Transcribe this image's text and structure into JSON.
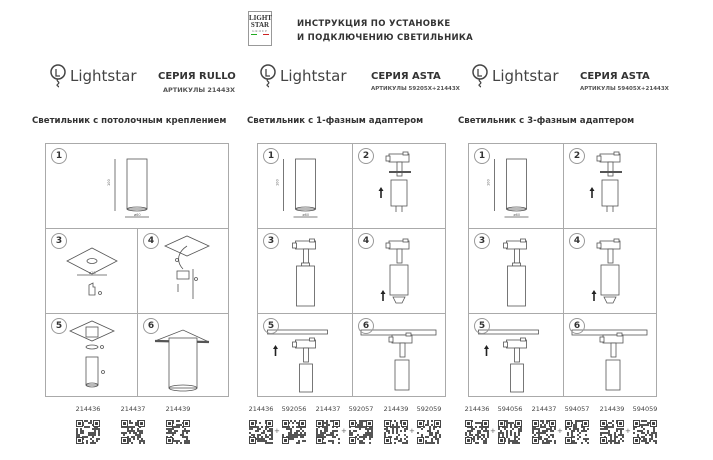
{
  "header": {
    "logo_text": [
      "LIGHT",
      "STAR",
      "GROUP"
    ],
    "title_line1": "ИНСТРУКЦИЯ ПО УСТАНОВКЕ",
    "title_line2": "И ПОДКЛЮЧЕНИЮ СВЕТИЛЬНИКА"
  },
  "sections": [
    {
      "brand": "Lightstar",
      "series": "СЕРИЯ RULLO",
      "articles": "АРТИКУЛЫ 21443X",
      "subtitle": "Светильник с потолочным креплением",
      "steps": [
        {
          "n": "1",
          "drawing": "cylinder-dimensions",
          "labels": [
            "100",
            "ø60"
          ],
          "wide": true
        },
        {
          "n": "3",
          "drawing": "ceiling-plate-bracket",
          "labels": [
            "ø28"
          ]
        },
        {
          "n": "4",
          "drawing": "ceiling-wiring"
        },
        {
          "n": "5",
          "drawing": "mount-cylinder"
        },
        {
          "n": "6",
          "drawing": "installed-ceiling"
        }
      ],
      "qr": [
        {
          "codes": [
            "214436"
          ]
        },
        {
          "codes": [
            "214437"
          ]
        },
        {
          "codes": [
            "214439"
          ]
        }
      ]
    },
    {
      "brand": "Lightstar",
      "series": "СЕРИЯ ASTA",
      "articles": "АРТИКУЛЫ 59205X+21443X",
      "subtitle": "Светильник с 1-фазным адаптером",
      "steps": [
        {
          "n": "1",
          "drawing": "cylinder-dimensions",
          "labels": [
            "100",
            "ø60"
          ]
        },
        {
          "n": "2",
          "drawing": "adapter-wiring"
        },
        {
          "n": "3",
          "drawing": "adapter-cylinder"
        },
        {
          "n": "4",
          "drawing": "insert-lamp"
        },
        {
          "n": "5",
          "drawing": "track-insert"
        },
        {
          "n": "6",
          "drawing": "track-installed"
        }
      ],
      "qr": [
        {
          "codes": [
            "214436",
            "592056"
          ]
        },
        {
          "codes": [
            "214437",
            "592057"
          ]
        },
        {
          "codes": [
            "214439",
            "592059"
          ]
        }
      ]
    },
    {
      "brand": "Lightstar",
      "series": "СЕРИЯ ASTA",
      "articles": "АРТИКУЛЫ 59405X+21443X",
      "subtitle": "Светильник с 3-фазным адаптером",
      "steps": [
        {
          "n": "1",
          "drawing": "cylinder-dimensions",
          "labels": [
            "100",
            "ø60"
          ]
        },
        {
          "n": "2",
          "drawing": "adapter-wiring"
        },
        {
          "n": "3",
          "drawing": "adapter-cylinder"
        },
        {
          "n": "4",
          "drawing": "insert-lamp"
        },
        {
          "n": "5",
          "drawing": "track-insert"
        },
        {
          "n": "6",
          "drawing": "track-installed"
        }
      ],
      "qr": [
        {
          "codes": [
            "214436",
            "594056"
          ]
        },
        {
          "codes": [
            "214437",
            "594057"
          ]
        },
        {
          "codes": [
            "214439",
            "594059"
          ]
        }
      ]
    }
  ]
}
